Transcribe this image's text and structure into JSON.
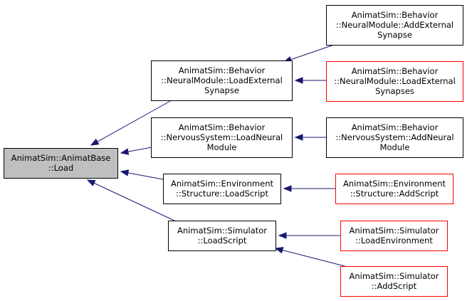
{
  "colors": {
    "edge": "#191970",
    "border_default": "#000000",
    "border_red": "#ff0000",
    "fill_focus": "#bfbfbf",
    "fill_default": "#ffffff"
  },
  "nodes": [
    {
      "id": "load",
      "lines": [
        "AnimatSim::AnimatBase",
        "::Load"
      ],
      "style": "focus"
    },
    {
      "id": "nm_load_ext",
      "lines": [
        "AnimatSim::Behavior",
        "::NeuralModule::LoadExternal",
        "Synapse"
      ],
      "style": "default"
    },
    {
      "id": "ns_load_neural",
      "lines": [
        "AnimatSim::Behavior",
        "::NervousSystem::LoadNeural",
        "Module"
      ],
      "style": "default"
    },
    {
      "id": "env_load_script",
      "lines": [
        "AnimatSim::Environment",
        "::Structure::LoadScript"
      ],
      "style": "default"
    },
    {
      "id": "sim_load_script",
      "lines": [
        "AnimatSim::Simulator",
        "::LoadScript"
      ],
      "style": "default"
    },
    {
      "id": "nm_add_ext",
      "lines": [
        "AnimatSim::Behavior",
        "::NeuralModule::AddExternal",
        "Synapse"
      ],
      "style": "default"
    },
    {
      "id": "nm_load_exts",
      "lines": [
        "AnimatSim::Behavior",
        "::NeuralModule::LoadExternal",
        "Synapses"
      ],
      "style": "red"
    },
    {
      "id": "ns_add_neural",
      "lines": [
        "AnimatSim::Behavior",
        "::NervousSystem::AddNeural",
        "Module"
      ],
      "style": "default"
    },
    {
      "id": "env_add_script",
      "lines": [
        "AnimatSim::Environment",
        "::Structure::AddScript"
      ],
      "style": "red"
    },
    {
      "id": "sim_load_env",
      "lines": [
        "AnimatSim::Simulator",
        "::LoadEnvironment"
      ],
      "style": "red"
    },
    {
      "id": "sim_add_script",
      "lines": [
        "AnimatSim::Simulator",
        "::AddScript"
      ],
      "style": "red"
    }
  ],
  "edges": [
    {
      "from": "nm_load_ext",
      "to": "load"
    },
    {
      "from": "ns_load_neural",
      "to": "load"
    },
    {
      "from": "env_load_script",
      "to": "load"
    },
    {
      "from": "sim_load_script",
      "to": "load"
    },
    {
      "from": "nm_add_ext",
      "to": "nm_load_ext"
    },
    {
      "from": "nm_load_exts",
      "to": "nm_load_ext"
    },
    {
      "from": "ns_add_neural",
      "to": "ns_load_neural"
    },
    {
      "from": "env_add_script",
      "to": "env_load_script"
    },
    {
      "from": "sim_load_env",
      "to": "sim_load_script"
    },
    {
      "from": "sim_add_script",
      "to": "sim_load_script"
    }
  ]
}
